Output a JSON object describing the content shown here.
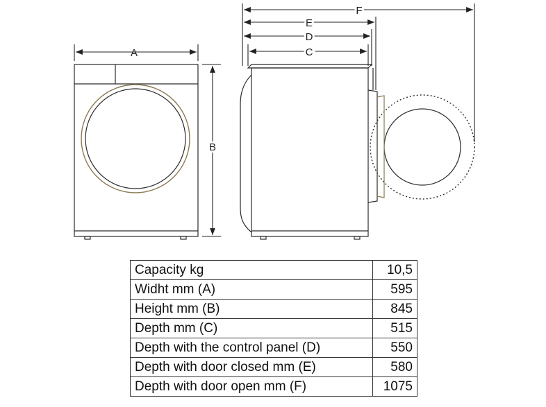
{
  "dimension_labels": {
    "a": "A",
    "b": "B",
    "c": "C",
    "d": "D",
    "e": "E",
    "f": "F"
  },
  "specs": [
    {
      "label": "Capacity kg",
      "value": "10,5"
    },
    {
      "label": "Widht mm (A)",
      "value": "595"
    },
    {
      "label": "Height mm (B)",
      "value": "845"
    },
    {
      "label": "Depth mm (C)",
      "value": "515"
    },
    {
      "label": "Depth with the control panel (D)",
      "value": "550"
    },
    {
      "label": "Depth with door closed mm (E)",
      "value": "580"
    },
    {
      "label": "Depth with door open mm (F)",
      "value": "1075"
    }
  ],
  "colors": {
    "line": "#2a2a2a",
    "door": "#8a7a50",
    "background": "#ffffff"
  }
}
